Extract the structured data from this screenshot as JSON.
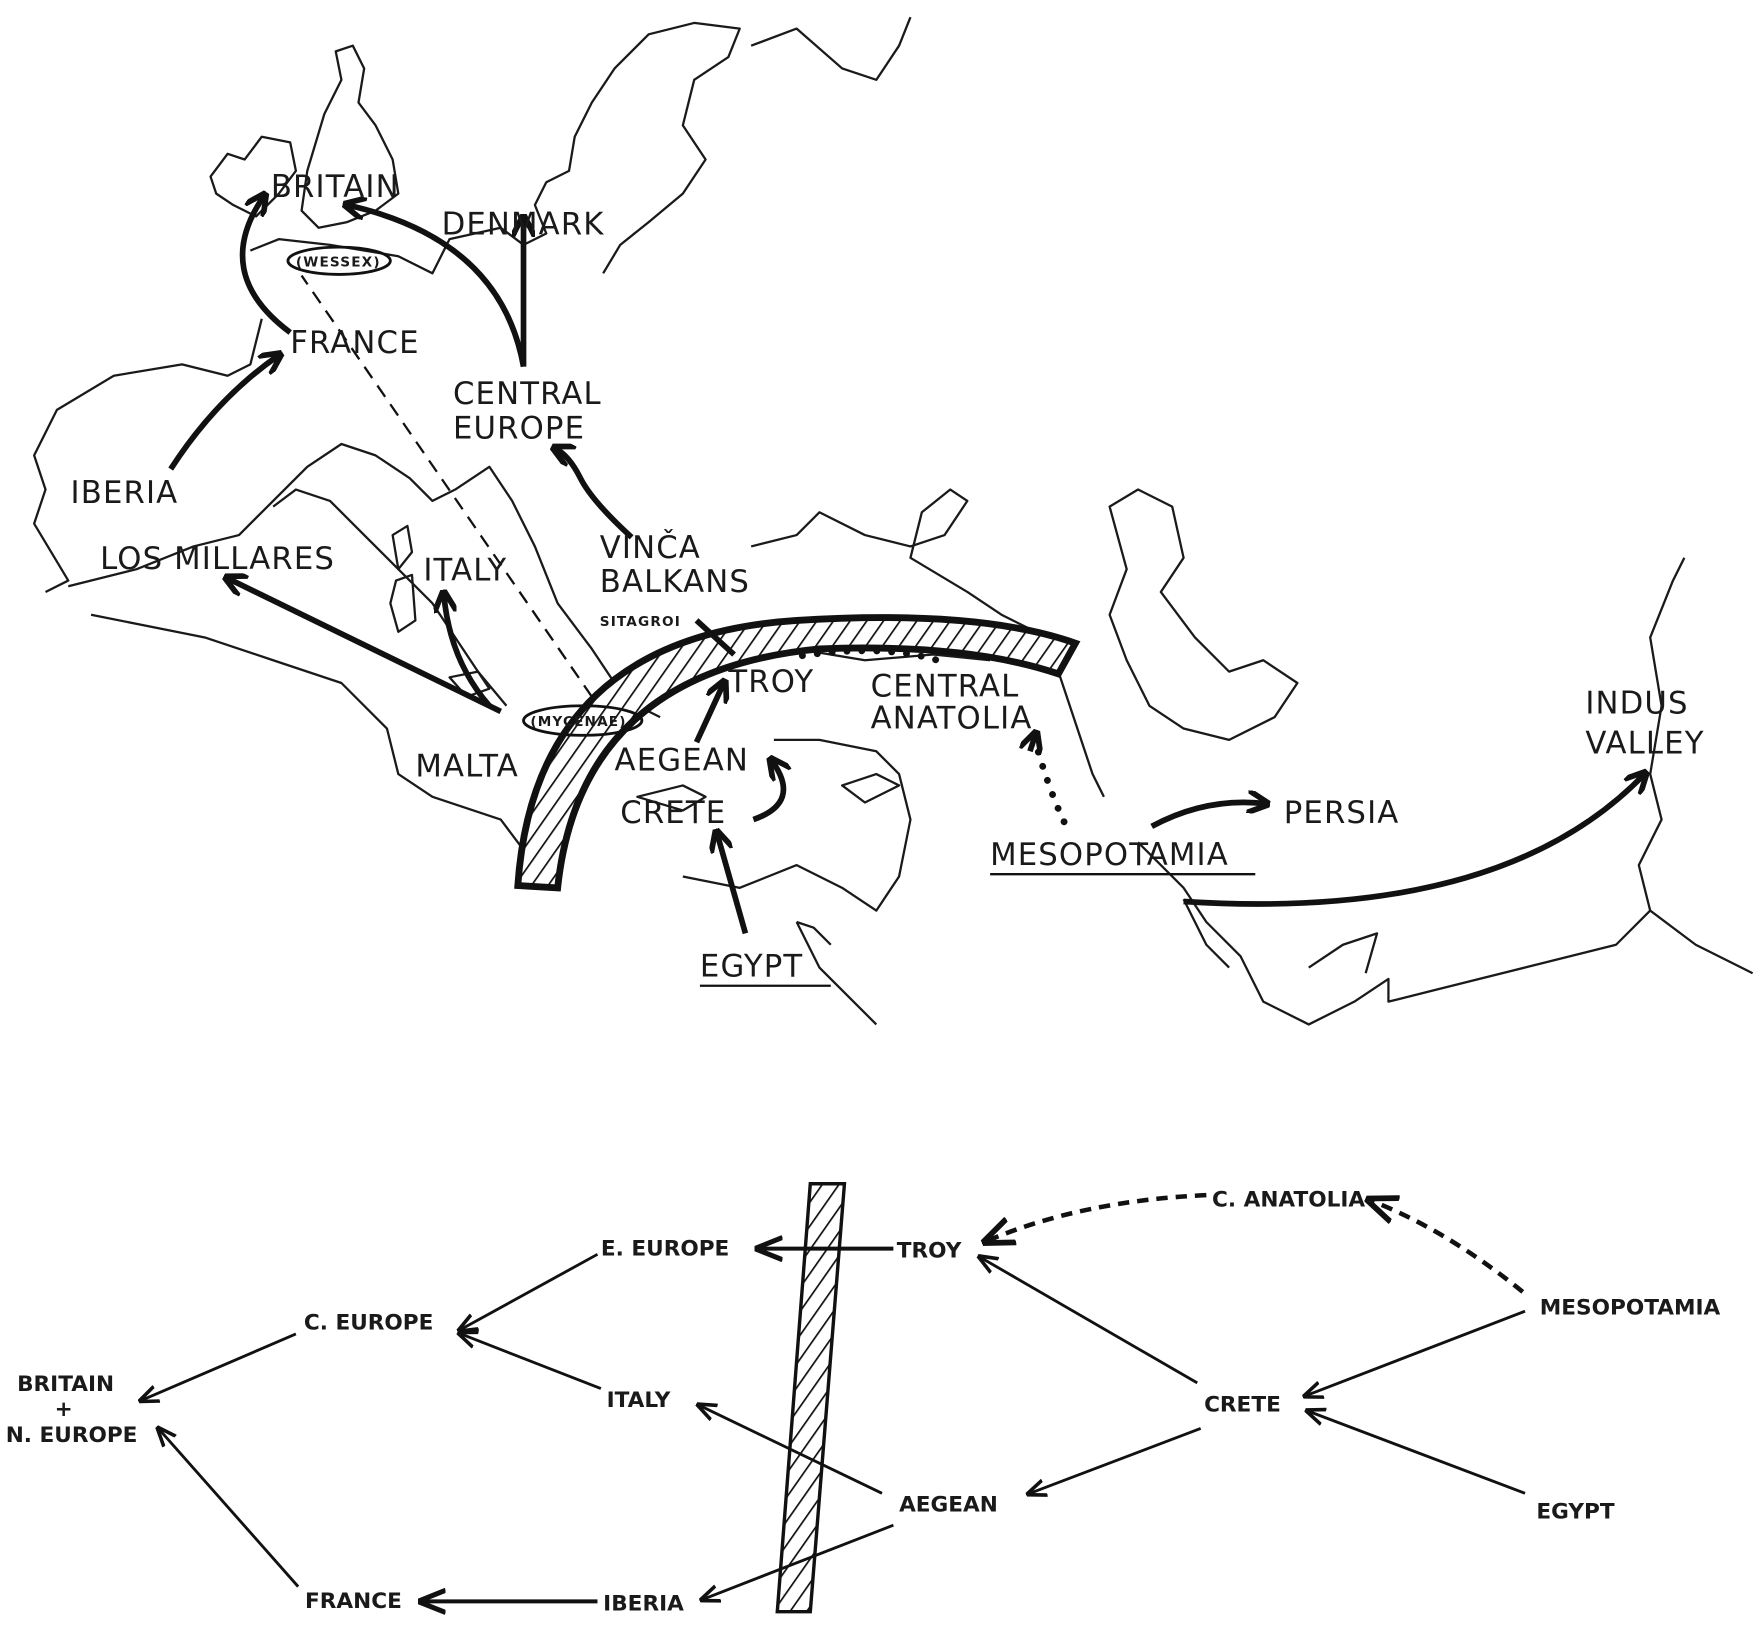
{
  "map": {
    "labels": {
      "britain": "BRITAIN",
      "wessex": "(WESSEX)",
      "denmark": "DENMARK",
      "france": "FRANCE",
      "central_europe_1": "CENTRAL",
      "central_europe_2": "EUROPE",
      "iberia": "IBERIA",
      "los_millares": "LOS MILLARES",
      "italy": "ITALY",
      "vinca": "VINČA",
      "balkans": "BALKANS",
      "sitagroi": "SITAGROI",
      "troy": "TROY",
      "central_anatolia_1": "CENTRAL",
      "central_anatolia_2": "ANATOLIA",
      "mycenae": "(MYCENAE)",
      "malta": "MALTA",
      "aegean": "AEGEAN",
      "crete": "CRETE",
      "egypt": "EGYPT",
      "mesopotamia": "MESOPOTAMIA",
      "persia": "PERSIA",
      "indus_1": "INDUS",
      "indus_2": "VALLEY"
    }
  },
  "diagram": {
    "nodes": {
      "c_anatolia": "C. ANATOLIA",
      "e_europe": "E. EUROPE",
      "troy": "TROY",
      "c_europe": "C. EUROPE",
      "mesopotamia": "MESOPOTAMIA",
      "britain_1": "BRITAIN",
      "britain_plus": "+",
      "britain_2": "N. EUROPE",
      "italy": "ITALY",
      "crete": "CRETE",
      "aegean": "AEGEAN",
      "egypt": "EGYPT",
      "france": "FRANCE",
      "iberia": "IBERIA"
    },
    "edges": [
      {
        "from": "TROY",
        "to": "E. EUROPE",
        "style": "solid"
      },
      {
        "from": "E. EUROPE",
        "to": "C. EUROPE",
        "style": "solid"
      },
      {
        "from": "ITALY",
        "to": "C. EUROPE",
        "style": "solid"
      },
      {
        "from": "C. EUROPE",
        "to": "BRITAIN + N. EUROPE",
        "style": "solid"
      },
      {
        "from": "FRANCE",
        "to": "BRITAIN + N. EUROPE",
        "style": "solid"
      },
      {
        "from": "IBERIA",
        "to": "FRANCE",
        "style": "solid"
      },
      {
        "from": "AEGEAN",
        "to": "IBERIA",
        "style": "solid"
      },
      {
        "from": "AEGEAN",
        "to": "ITALY",
        "style": "solid"
      },
      {
        "from": "CRETE",
        "to": "AEGEAN",
        "style": "solid"
      },
      {
        "from": "CRETE",
        "to": "TROY",
        "style": "solid"
      },
      {
        "from": "MESOPOTAMIA",
        "to": "CRETE",
        "style": "solid"
      },
      {
        "from": "EGYPT",
        "to": "CRETE",
        "style": "solid"
      },
      {
        "from": "MESOPOTAMIA",
        "to": "C. ANATOLIA",
        "style": "dashed"
      },
      {
        "from": "C. ANATOLIA",
        "to": "TROY",
        "style": "dashed"
      }
    ]
  }
}
